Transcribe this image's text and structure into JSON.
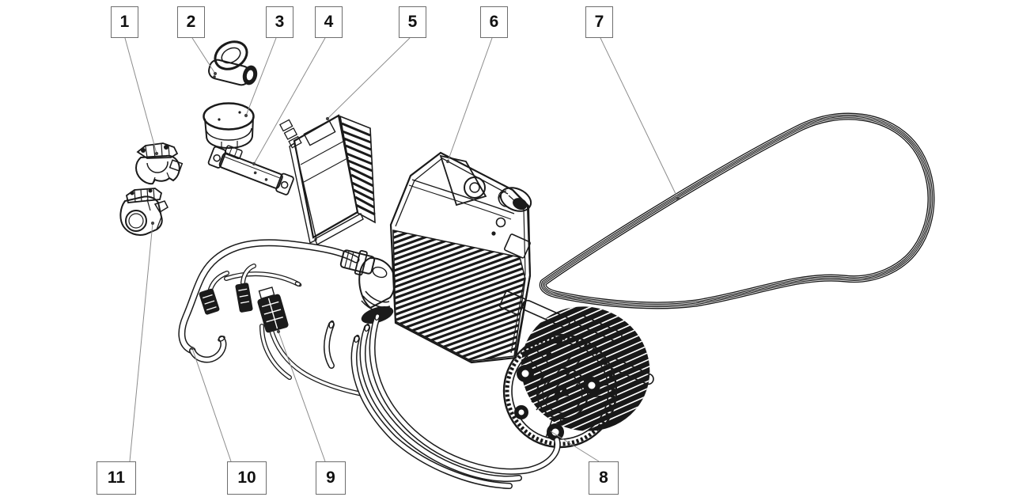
{
  "diagram": {
    "callouts": [
      {
        "number": "1"
      },
      {
        "number": "2"
      },
      {
        "number": "3"
      },
      {
        "number": "4"
      },
      {
        "number": "5"
      },
      {
        "number": "6"
      },
      {
        "number": "7"
      },
      {
        "number": "8"
      },
      {
        "number": "9"
      },
      {
        "number": "10"
      },
      {
        "number": "11"
      }
    ]
  },
  "colors": {
    "background": "#ffffff",
    "line_art": "#1a1a1a",
    "leader_line": "#8c8c8c",
    "callout_border": "#6e6e6e",
    "callout_text": "#111111"
  }
}
